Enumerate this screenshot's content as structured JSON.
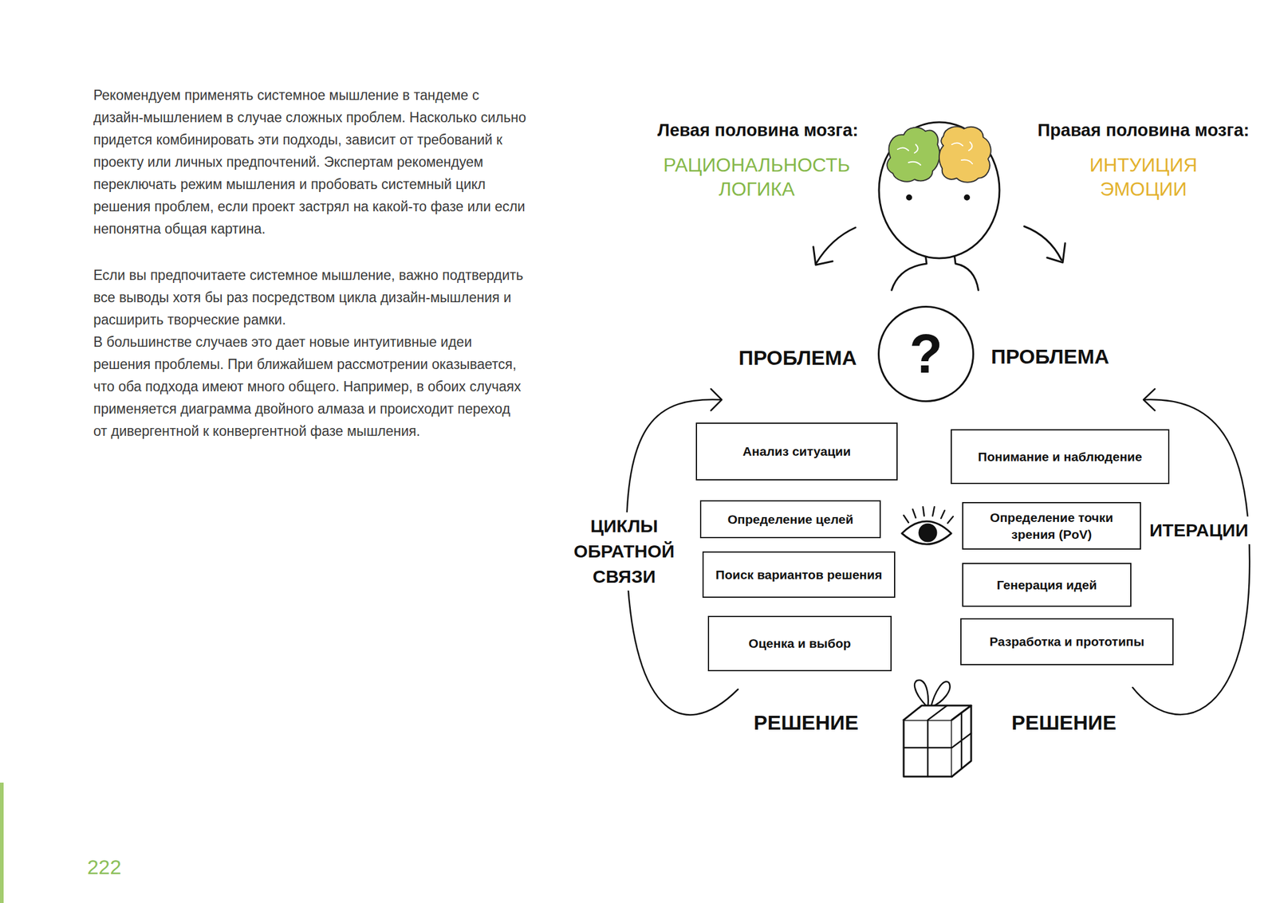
{
  "diagram": {
    "nodes": [
      {
        "text": [
          "?"
        ]
      },
      {
        "text": [
          "Анализ ситуации"
        ]
      },
      {
        "text": [
          "Определение целей"
        ]
      },
      {
        "text": [
          "Поиск вариантов решения"
        ]
      },
      {
        "text": [
          "Оценка и выбор"
        ]
      },
      {
        "text": [
          "Понимание и наблюдение"
        ]
      },
      {
        "text": [
          "Определение точки зрения (PoV)"
        ]
      },
      {
        "text": [
          "Генерация идей"
        ]
      },
      {
        "text": [
          "Разработка и прототипы"
        ]
      }
    ],
    "labels": [
      "Рекомендуем применять системное мышление в тандеме с дизайн-мышлением в случае сложных проблем. Насколько сильно придется комбинировать эти подходы, зависит от требований к проекту или личных предпочтений. Экспертам рекомендуем переключать режим мышления и пробовать системный цикл решения проблем, если проект застрял на какой-то фазе или если непонятна общая картина.",
      "Если вы предпочитаете системное мышление, важно подтвердить все выводы хотя бы раз посредством цикла дизайн-мышления и расширить творческие рамки.",
      "В большинстве случаев это дает новые интуитивные идеи решения проблемы. При ближайшем рассмотрении оказывается, что оба подхода имеют много общего. Например, в обоих случаях применяется диаграмма двойного алмаза и происходит переход от дивергентной к конвергентной фазе мышления.",
      "Левая половина мозга:",
      "РАЦИОНАЛЬНОСТЬ ЛОГИКА",
      "Правая половина мозга:",
      "ИНТУИЦИЯ ЭМОЦИИ",
      "ПРОБЛЕМА",
      "ПРОБЛЕМА",
      "ЦИКЛЫ ОБРАТНОЙ СВЯЗИ",
      "ИТЕРАЦИИ",
      "РЕШЕНИЕ",
      "РЕШЕНИЕ",
      "222"
    ]
  }
}
